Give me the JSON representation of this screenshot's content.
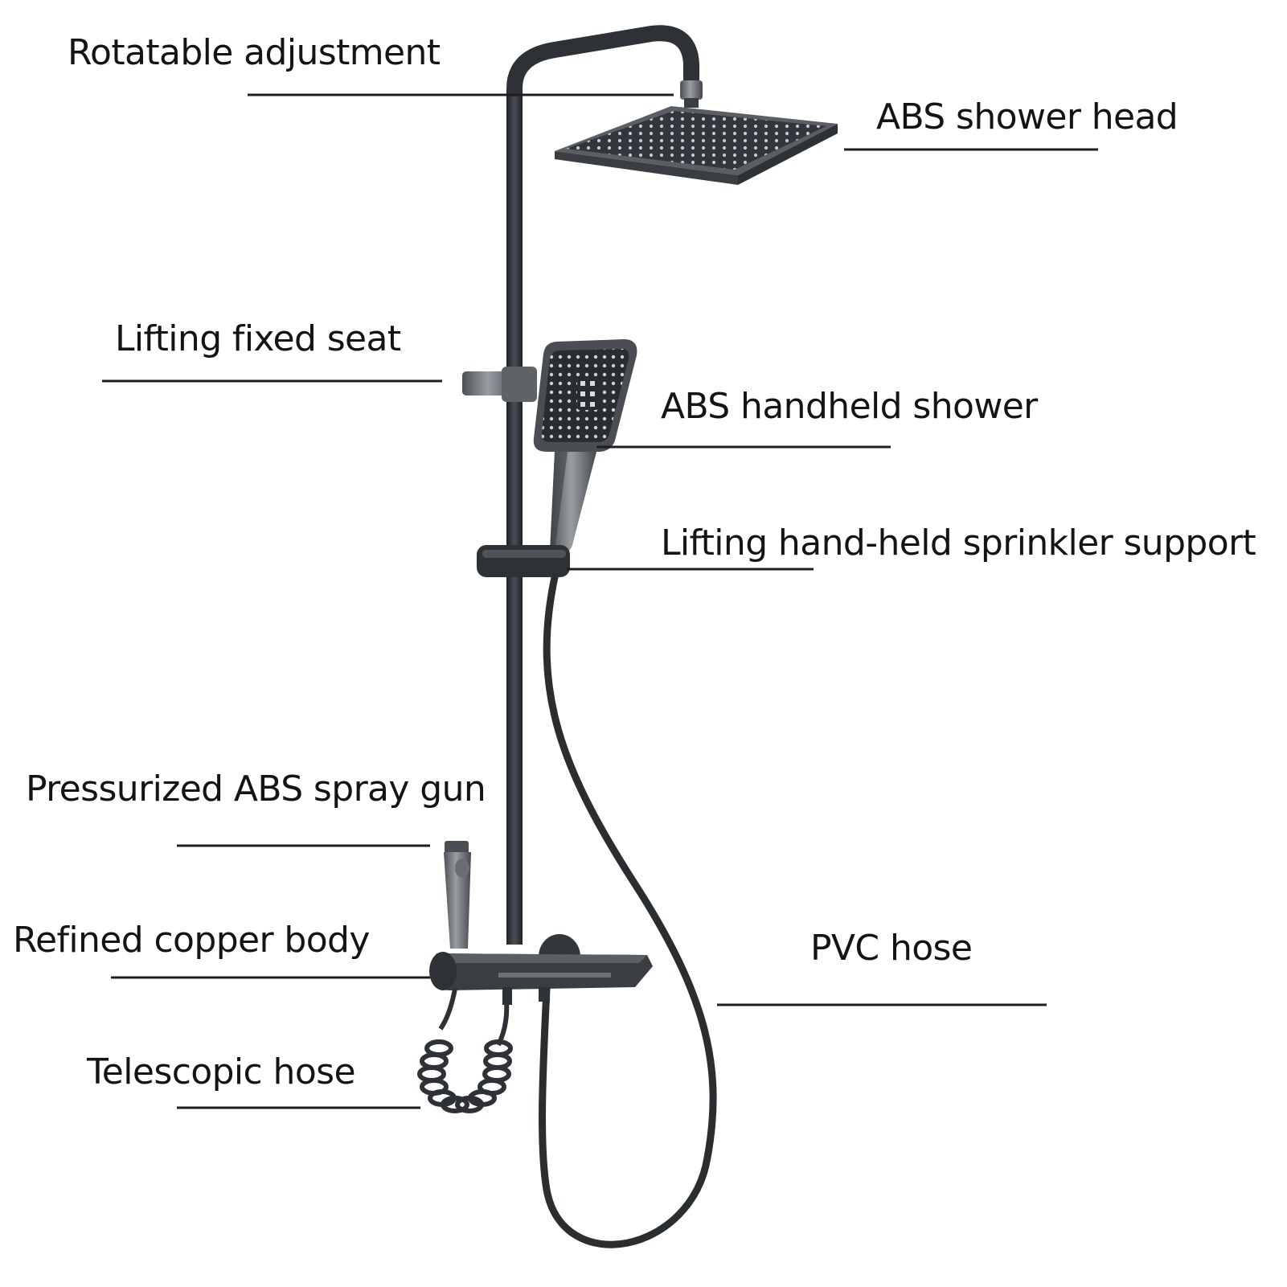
{
  "labels": {
    "rotatable_adjustment": "Rotatable adjustment",
    "abs_shower_head": "ABS shower head",
    "lifting_fixed_seat": "Lifting fixed seat",
    "abs_handheld_shower": "ABS handheld shower",
    "lifting_sprinkler_support": "Lifting hand-held sprinkler support",
    "pressurized_spray_gun": "Pressurized ABS spray gun",
    "refined_copper_body": "Refined copper body",
    "pvc_hose": "PVC hose",
    "telescopic_hose": "Telescopic hose"
  },
  "colors": {
    "pipe": "#2e3236",
    "pipe_highlight": "#54595e",
    "gunmetal": "#6c7075",
    "spray_face": "#c9d2da",
    "background": "#ffffff",
    "text": "#141414"
  }
}
